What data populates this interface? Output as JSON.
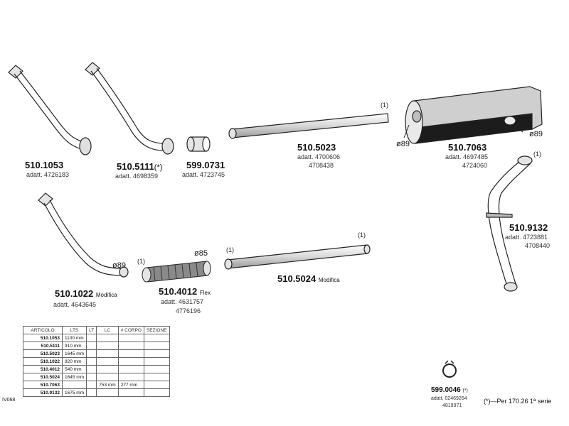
{
  "parts": {
    "p1053": {
      "code": "510.1053",
      "suffix": "",
      "ref_label": "adatt. 4726183"
    },
    "p5111": {
      "code": "510.5111",
      "suffix": "(*)",
      "ref_label": "adatt. 4698359"
    },
    "p0731": {
      "code": "599.0731",
      "suffix": "",
      "ref_label": "adatt. 4723745"
    },
    "p5023": {
      "code": "510.5023",
      "suffix": "",
      "ref_label": "adatt. 4700606",
      "ref_label2": "4708438"
    },
    "p7063": {
      "code": "510.7063",
      "suffix": "",
      "ref_label": "adatt. 4697485",
      "ref_label2": "4724060"
    },
    "p9132": {
      "code": "510.9132",
      "suffix": "",
      "ref_label": "adatt. 4723881",
      "ref_label2": "4708440"
    },
    "p1022": {
      "code": "510.1022",
      "suffix": "Modifica",
      "ref_label": "adatt. 4643645"
    },
    "p4012": {
      "code": "510.4012",
      "suffix": "Flex",
      "ref_label": "adatt. 4631757",
      "ref_label2": "4776196"
    },
    "p5024": {
      "code": "510.5024",
      "suffix": "Modifica"
    },
    "p0046": {
      "code": "599.0046",
      "suffix": "(*)",
      "ref_label": "adatt. 02469264",
      "ref_label2": "4819971"
    }
  },
  "markers": {
    "one": "(1)",
    "d89": "ø89",
    "d85": "ø85",
    "d89b": "ø89",
    "d89c": "ø89"
  },
  "table": {
    "headers": [
      "ARTICOLO",
      "LTS",
      "LT",
      "LC",
      "# CORPO",
      "SEZIONE"
    ],
    "rows": [
      [
        "510.1053",
        "1100 mm",
        "",
        "",
        "",
        ""
      ],
      [
        "510.5111",
        "910 mm",
        "",
        "",
        "",
        ""
      ],
      [
        "510.5023",
        "1645 mm",
        "",
        "",
        "",
        ""
      ],
      [
        "510.1022",
        "920 mm",
        "",
        "",
        "",
        ""
      ],
      [
        "510.4012",
        "540 mm",
        "",
        "",
        "",
        ""
      ],
      [
        "510.5024",
        "1645 mm",
        "",
        "",
        "",
        ""
      ],
      [
        "510.7063",
        "",
        "",
        "753 mm",
        "277 mm",
        ""
      ],
      [
        "510.9132",
        "1675 mm",
        "",
        "",
        "",
        ""
      ]
    ]
  },
  "side_code": "IV068",
  "footnote": "(*)—Per 170.26 1ª serie"
}
